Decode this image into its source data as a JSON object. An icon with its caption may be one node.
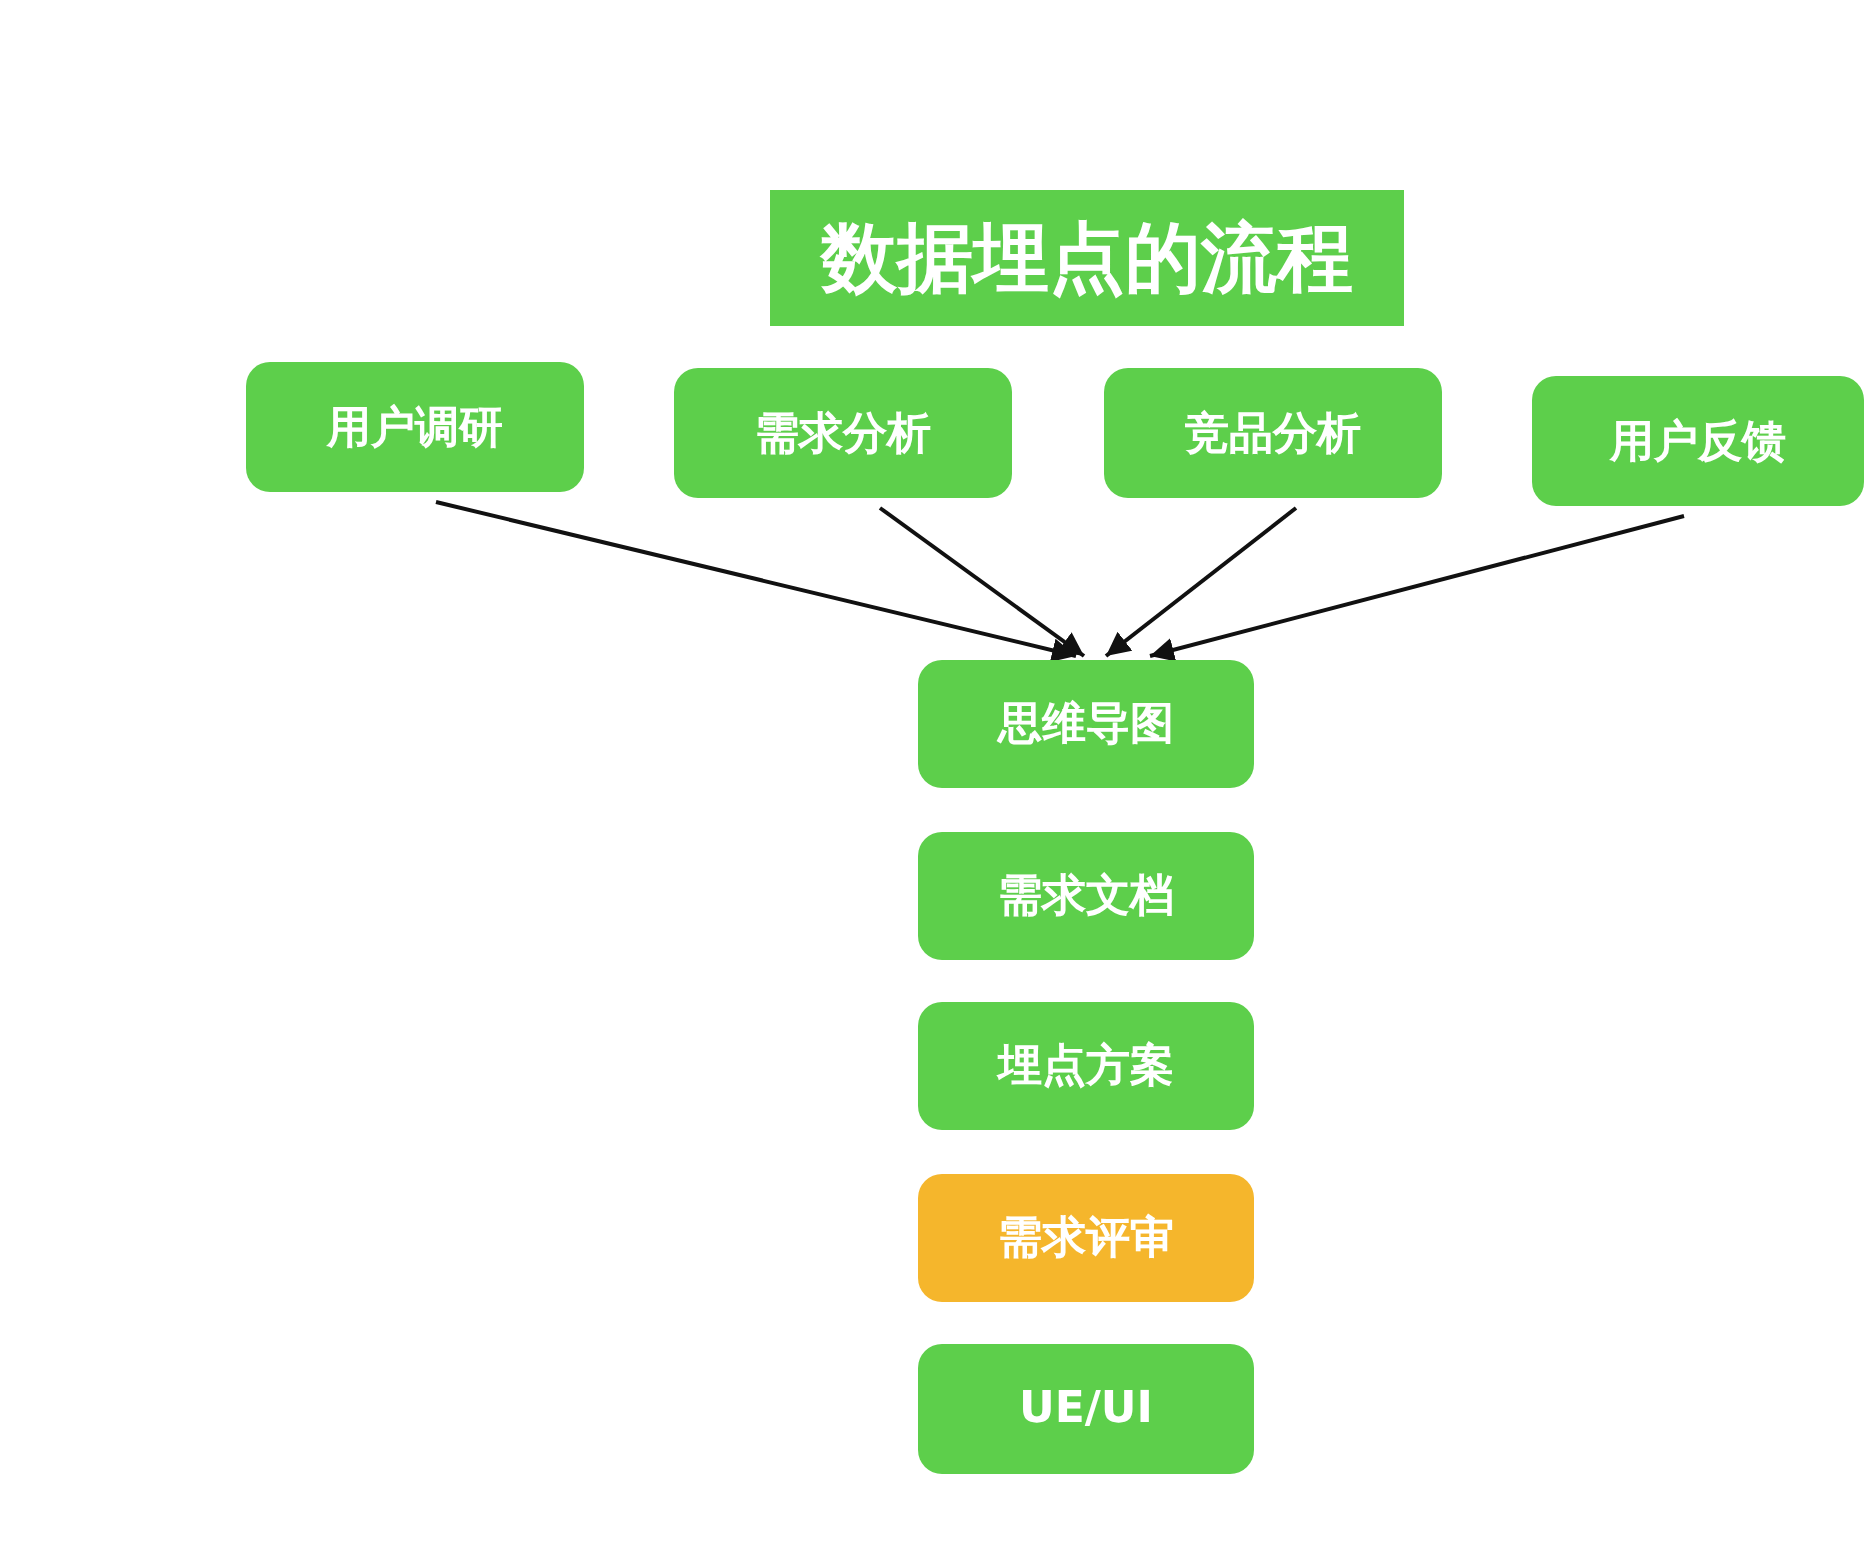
{
  "diagram": {
    "title": "数据埋点的流程",
    "nodes": [
      {
        "text": [
          "用户调研"
        ]
      },
      {
        "text": [
          "需求分析"
        ]
      },
      {
        "text": [
          "竞品分析"
        ]
      },
      {
        "text": [
          "用户反馈"
        ]
      },
      {
        "text": [
          "思维导图"
        ]
      },
      {
        "text": [
          "需求文档"
        ]
      },
      {
        "text": [
          "埋点方案"
        ]
      },
      {
        "text": [
          "需求评审"
        ]
      },
      {
        "text": [
          "UE/UI"
        ]
      }
    ],
    "edges": [
      {
        "from": 0,
        "to": 4,
        "arrow": "to"
      },
      {
        "from": 1,
        "to": 4,
        "arrow": "to"
      },
      {
        "from": 2,
        "to": 4,
        "arrow": "to"
      },
      {
        "from": 3,
        "to": 4,
        "arrow": "to"
      }
    ]
  }
}
